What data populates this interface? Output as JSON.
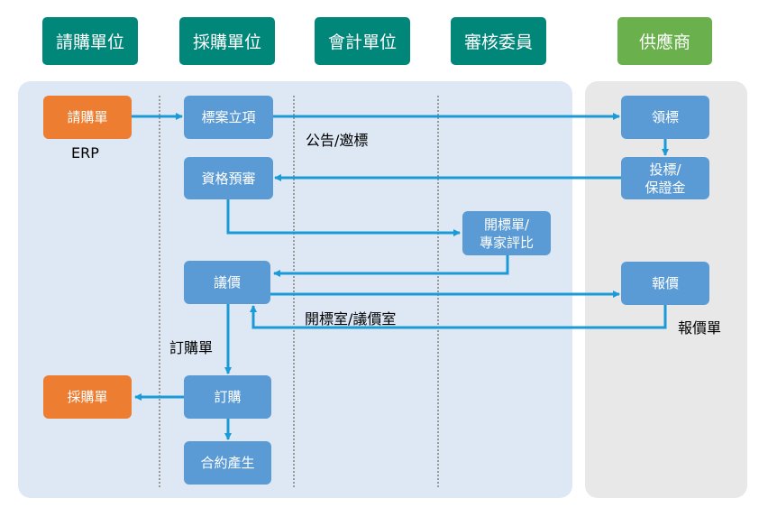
{
  "colors": {
    "header_teal": "#00877a",
    "header_green": "#6ab04c",
    "node_blue": "#5b9bd5",
    "node_orange": "#ed7d31",
    "arrow": "#1a9ad7",
    "panel_main": "#dde8f4",
    "panel_supplier": "#e8e8e8"
  },
  "headers": {
    "requester": "請購單位",
    "procurement": "採購單位",
    "accounting": "會計單位",
    "review": "審核委員",
    "supplier": "供應商"
  },
  "nodes": {
    "purchase_request": "請購單",
    "tender_project": "標案立項",
    "qualification_review": "資格預審",
    "bid_opening": "開標單/\n專家評比",
    "negotiation": "議價",
    "order": "訂購",
    "purchase_order": "採購單",
    "contract": "合約產生",
    "receive_tender": "領標",
    "submit_bid": "投標/\n保證金",
    "quotation": "報價"
  },
  "labels": {
    "erp": "ERP",
    "announcement": "公告/邀標",
    "opening_room": "開標室/議價室",
    "order_form": "訂購單",
    "quotation_form": "報價單"
  }
}
